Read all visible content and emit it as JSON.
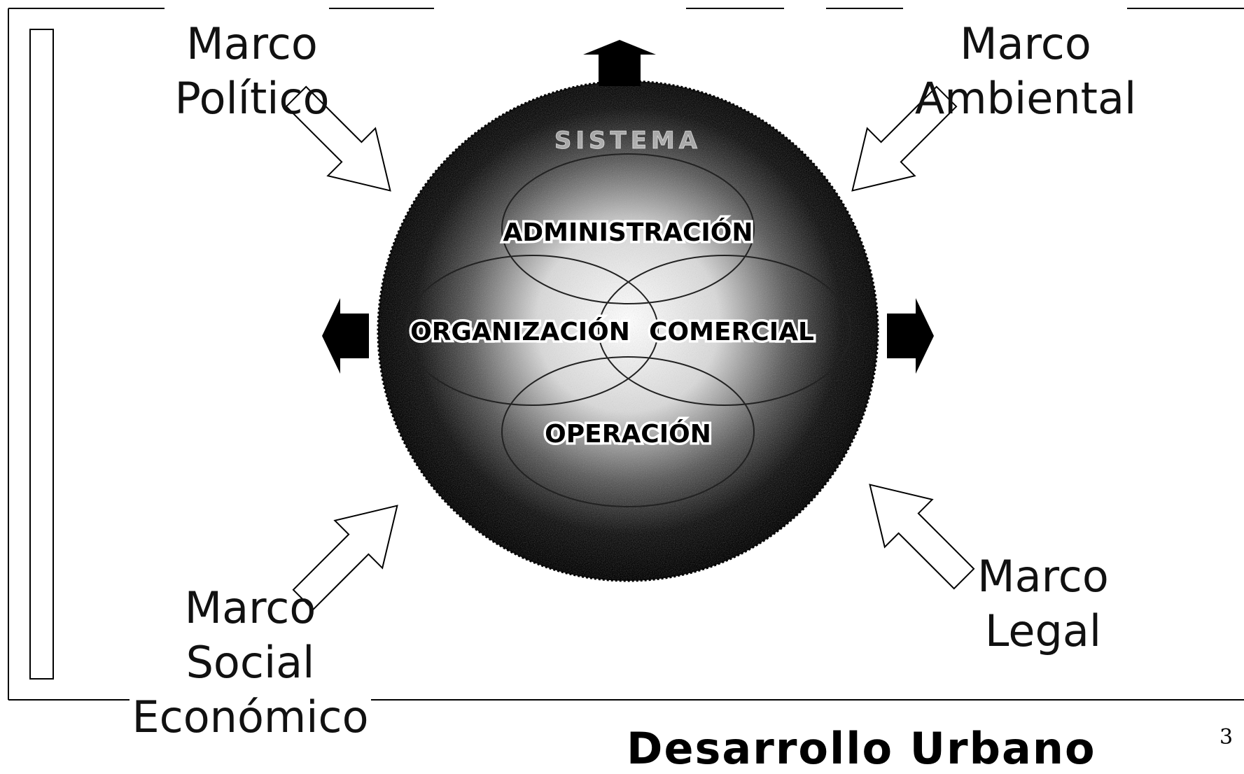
{
  "title": "Desarrollo  Urbano",
  "page_number": "3",
  "marcos": {
    "politico": [
      "Marco",
      "Político"
    ],
    "ambiental": [
      "Marco",
      "Ambiental"
    ],
    "social": [
      "Marco",
      "Social",
      "Económico"
    ],
    "legal": [
      "Marco",
      "Legal"
    ]
  },
  "system": {
    "heading": "SISTEMA",
    "subsystems": {
      "top": "ADMINISTRACIÓN",
      "left": "ORGANIZACIÓN",
      "right": "COMERCIAL",
      "bottom": "OPERACIÓN"
    }
  }
}
